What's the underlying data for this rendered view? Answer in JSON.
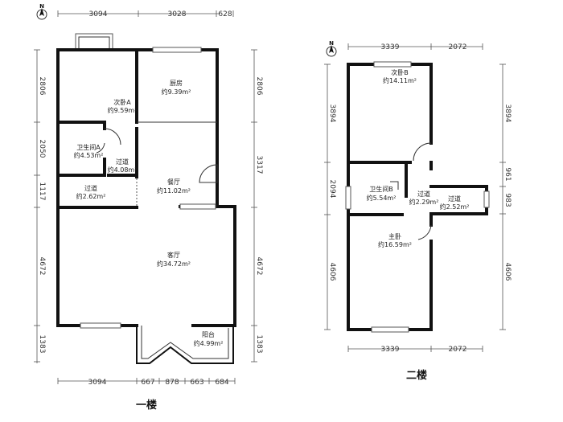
{
  "floor1": {
    "label": "一楼",
    "top_dims": [
      "3094",
      "3028",
      "628"
    ],
    "bottom_dims": [
      "3094",
      "667",
      "878",
      "663",
      "684"
    ],
    "left_dims": [
      "2806",
      "2050",
      "1117",
      "4672",
      "1383"
    ],
    "right_dims": [
      "2806",
      "3317",
      "4672",
      "1383"
    ],
    "rooms": [
      {
        "name": "厨房",
        "area": "约9.39m²"
      },
      {
        "name": "次卧A",
        "area": "约9.59m²"
      },
      {
        "name": "卫生间A",
        "area": "约4.53m²"
      },
      {
        "name": "过道",
        "area": "约4.08m²"
      },
      {
        "name": "过道",
        "area": "约2.62m²"
      },
      {
        "name": "餐厅",
        "area": "约11.02m²"
      },
      {
        "name": "客厅",
        "area": "约34.72m²"
      },
      {
        "name": "阳台",
        "area": "约4.99m²"
      }
    ]
  },
  "floor2": {
    "label": "二楼",
    "top_dims": [
      "3339",
      "2072"
    ],
    "bottom_dims": [
      "3339",
      "2072"
    ],
    "left_dims": [
      "3894",
      "2094",
      "4606"
    ],
    "right_dims": [
      "3894",
      "961",
      "983",
      "4606"
    ],
    "rooms": [
      {
        "name": "次卧B",
        "area": "约14.11m²"
      },
      {
        "name": "卫生间B",
        "area": "约5.54m²"
      },
      {
        "name": "过道",
        "area": "约2.29m²"
      },
      {
        "name": "过道",
        "area": "约2.52m²"
      },
      {
        "name": "主卧",
        "area": "约16.59m²"
      }
    ]
  },
  "compass_letter": "N"
}
